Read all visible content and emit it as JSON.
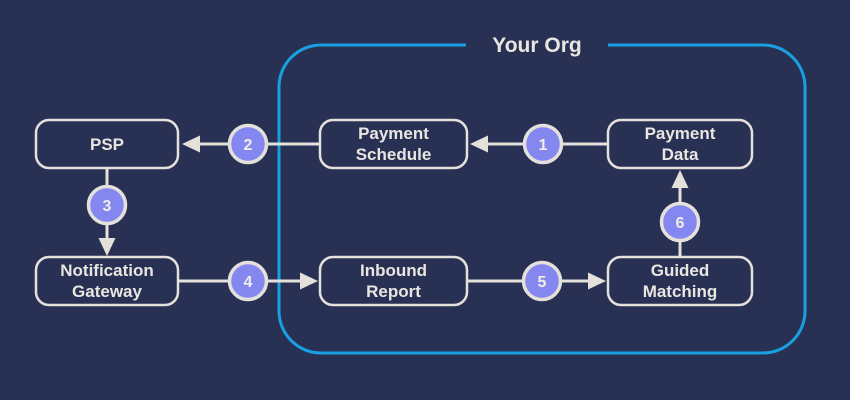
{
  "diagram": {
    "org_label": "Your Org",
    "colors": {
      "background": "#283154",
      "box_border": "#e4e1db",
      "box_fill": "#283154",
      "org_container_border": "#18a0e2",
      "step_circle_fill": "#8487f0",
      "step_circle_border": "#e4e1db",
      "text": "#e9e6e1"
    },
    "nodes": [
      {
        "id": "psp",
        "lines": [
          "PSP"
        ]
      },
      {
        "id": "payment-schedule",
        "lines": [
          "Payment",
          "Schedule"
        ]
      },
      {
        "id": "payment-data",
        "lines": [
          "Payment",
          "Data"
        ]
      },
      {
        "id": "notification-gateway",
        "lines": [
          "Notification",
          "Gateway"
        ]
      },
      {
        "id": "inbound-report",
        "lines": [
          "Inbound",
          "Report"
        ]
      },
      {
        "id": "guided-matching",
        "lines": [
          "Guided",
          "Matching"
        ]
      }
    ],
    "steps": [
      {
        "number": "1",
        "from": "payment-data",
        "to": "payment-schedule"
      },
      {
        "number": "2",
        "from": "payment-schedule",
        "to": "psp"
      },
      {
        "number": "3",
        "from": "psp",
        "to": "notification-gateway"
      },
      {
        "number": "4",
        "from": "notification-gateway",
        "to": "inbound-report"
      },
      {
        "number": "5",
        "from": "inbound-report",
        "to": "guided-matching"
      },
      {
        "number": "6",
        "from": "guided-matching",
        "to": "payment-data"
      }
    ]
  }
}
